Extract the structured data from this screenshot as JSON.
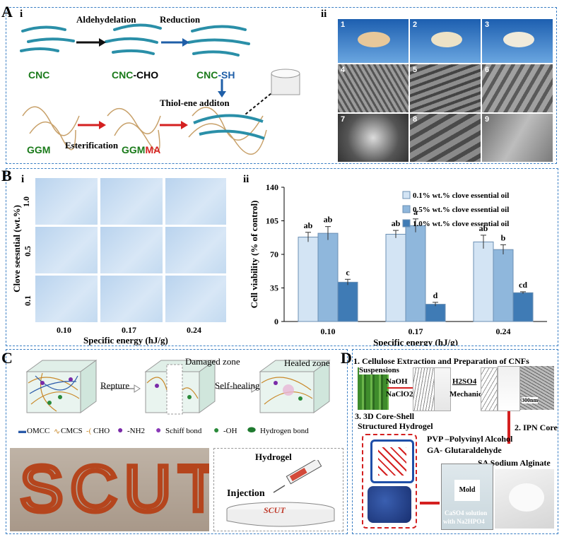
{
  "panelA": {
    "label": "A",
    "sub_i": "i",
    "sub_ii": "ii",
    "steps": [
      "Aldehydelation",
      "Reduction",
      "Thiol-ene additon",
      "Esterification"
    ],
    "cnc": "CNC",
    "cnc_cho_a": "CNC",
    "cnc_cho_b": "-CHO",
    "cnc_sh_a": "CNC",
    "cnc_sh_b": "-SH",
    "ggm": "GGM",
    "ggmma_a": "GGM",
    "ggmma_b": "MA",
    "grid_numbers": [
      "1",
      "2",
      "3",
      "4",
      "5",
      "6",
      "7",
      "8",
      "9"
    ]
  },
  "panelB": {
    "label": "B",
    "sub_i": "i",
    "sub_ii": "ii",
    "ylabel_i": "Clove seesntial (wt.%)",
    "row_labels": [
      "1.0",
      "0.5",
      "0.1"
    ],
    "col_labels": [
      "0.10",
      "0.17",
      "0.24"
    ],
    "xlabel_i": "Specific energy (hJ/g)"
  },
  "chart_data": {
    "type": "bar",
    "categories": [
      "0.10",
      "0.17",
      "0.24"
    ],
    "series": [
      {
        "name": "0.1% wt.% clove essential oil",
        "values": [
          88,
          91,
          83
        ],
        "errors": [
          5,
          4,
          7
        ],
        "letters": [
          "ab",
          "ab",
          "ab"
        ],
        "color": "#d3e4f4"
      },
      {
        "name": "0.5% wt.% clove essential oil",
        "values": [
          92,
          100,
          75
        ],
        "errors": [
          7,
          7,
          5
        ],
        "letters": [
          "ab",
          "a",
          "b"
        ],
        "color": "#8fb7dc"
      },
      {
        "name": "1.0% wt.% clove essential oil",
        "values": [
          41,
          18,
          30
        ],
        "errors": [
          3,
          2,
          1
        ],
        "letters": [
          "c",
          "d",
          "cd"
        ],
        "color": "#3f7bb5"
      }
    ],
    "ylabel": "Cell viability (% of control)",
    "xlabel": "Specific energy (hJ/g)",
    "ylim": [
      0,
      140
    ],
    "yticks": [
      0,
      35,
      70,
      105,
      140
    ],
    "legend_position": "top-right"
  },
  "panelC": {
    "label": "C",
    "repture": "Repture",
    "self_healing": "Self-healing",
    "damaged_zone": "Damaged zone",
    "healed_zone": "Healed zone",
    "legend": [
      "OMCC",
      "CMCS",
      "CHO",
      "-NH2",
      "Schiff bond",
      "-OH",
      "Hydrogen bond"
    ],
    "scut": "SCUT",
    "hydrogel": "Hydrogel",
    "injection": "Injection"
  },
  "panelD": {
    "label": "D",
    "title": "1. Cellulose Extraction and Preparation of CNFs",
    "suspensions": "Suspensions",
    "naoh": "NaOH",
    "naclo2": "NaClO2",
    "h2so4": "H2SO4",
    "mechanical": "Mechanical",
    "scale": "300nm",
    "core_shell_1": "3. 3D Core-Shell",
    "core_shell_2": "Structured Hydrogel",
    "ipn_core": "2. IPN Core",
    "pvp": "PVP –Polyvinyl Alcohol",
    "ga": "GA- Glutaraldehyde",
    "sa": "SA Sodium Alginate",
    "mold": "Mold",
    "caso4": "CaSO4 solution",
    "with": "with Na2HPO4"
  }
}
